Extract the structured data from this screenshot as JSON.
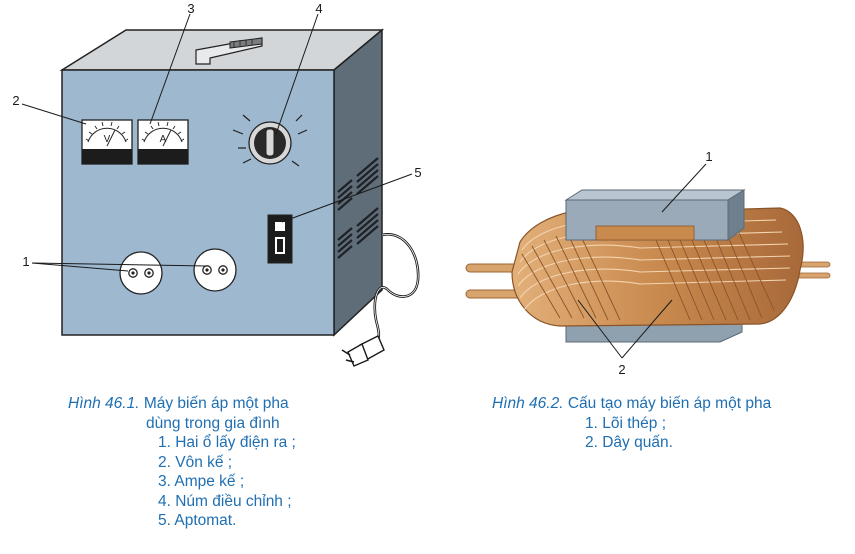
{
  "figure1": {
    "callouts": {
      "c1": "1",
      "c2": "2",
      "c3": "3",
      "c4": "4",
      "c5": "5"
    },
    "voltmeter_letter": "V",
    "ammeter_letter": "A",
    "caption": {
      "label": "Hình 46.1.",
      "title_line1": "Máy biến áp một pha",
      "title_line2": "dùng trong gia đình",
      "items": [
        "1. Hai ổ lấy điện ra ;",
        "2. Vôn kế ;",
        "3. Ampe kế ;",
        "4. Núm điều chỉnh ;",
        "5. Aptomat."
      ]
    }
  },
  "figure2": {
    "callouts": {
      "c1": "1",
      "c2": "2"
    },
    "caption": {
      "label": "Hình 46.2.",
      "title": "Cấu tạo máy biến áp một pha",
      "items": [
        "1. Lõi thép ;",
        "2. Dây quấn."
      ]
    }
  },
  "colors": {
    "body_front": "#9db8cf",
    "body_side": "#5f6d78",
    "body_top": "#cfd2d4",
    "core": "#9aaab8",
    "winding": "#c98a4e",
    "caption": "#1f6fb2"
  }
}
